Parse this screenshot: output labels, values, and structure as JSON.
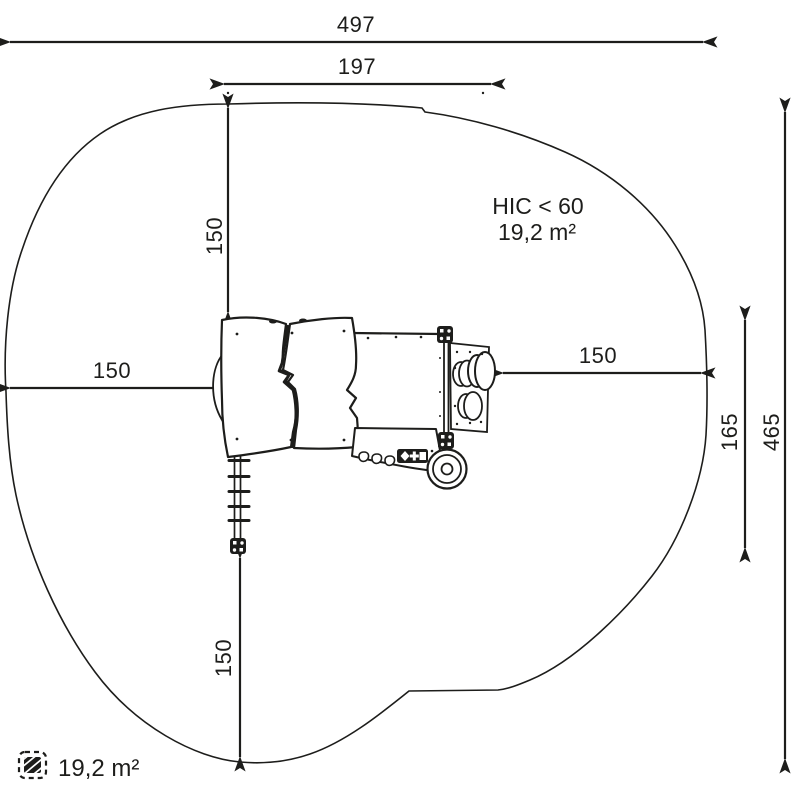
{
  "diagram": {
    "type": "playground-equipment-safety-zone-plan",
    "colors": {
      "line": "#1d1d1b",
      "background": "#ffffff"
    },
    "annotations": {
      "hic": "HIC < 60",
      "area": "19,2 m²"
    },
    "legend": {
      "icon": "hatched-square-icon",
      "area_label": "19,2 m²"
    },
    "dimensions": {
      "total_width": {
        "label": "497"
      },
      "upper_width": {
        "label": "197"
      },
      "top_offset": {
        "label": "150"
      },
      "left_offset": {
        "label": "150"
      },
      "right_offset": {
        "label": "150"
      },
      "equipment_height": {
        "label": "165"
      },
      "total_height": {
        "label": "465"
      },
      "bottom_offset": {
        "label": "150"
      }
    }
  }
}
